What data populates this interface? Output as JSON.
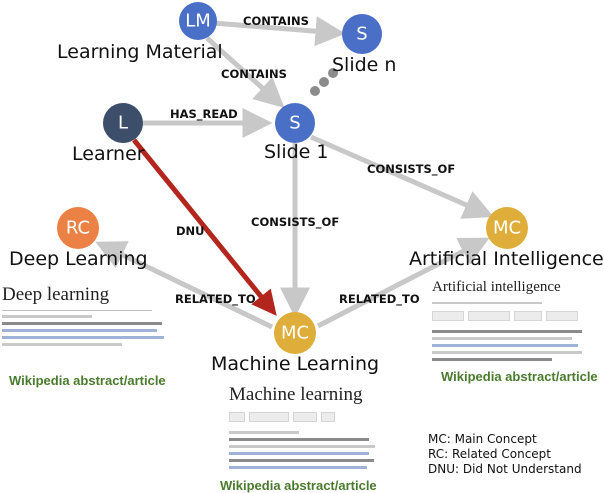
{
  "nodes": {
    "lm": {
      "abbr": "LM",
      "label": "Learning Material",
      "color": "#4a6fc7"
    },
    "slide_n": {
      "abbr": "S",
      "label": "Slide n",
      "color": "#4a6fc7"
    },
    "learner": {
      "abbr": "L",
      "label": "Learner",
      "color": "#3d4e6a"
    },
    "slide_1": {
      "abbr": "S",
      "label": "Slide 1",
      "color": "#4a6fc7"
    },
    "deep_learning": {
      "abbr": "RC",
      "label": "Deep Learning",
      "color": "#ec8145"
    },
    "machine_learning": {
      "abbr": "MC",
      "label": "Machine Learning",
      "color": "#dfae3a"
    },
    "artificial_intelligence": {
      "abbr": "MC",
      "label": "Artificial Intelligence",
      "color": "#dfae3a"
    }
  },
  "edges": {
    "lm_slide_n": "CONTAINS",
    "lm_slide_1": "CONTAINS",
    "learner_slide_1": "HAS_READ",
    "slide_1_ai": "CONSISTS_OF",
    "slide_1_ml": "CONSISTS_OF",
    "learner_ml": "DNU",
    "ml_deep_learning": "RELATED_TO",
    "ml_ai": "RELATED_TO"
  },
  "colors": {
    "edge": "#c8c8c8",
    "dnu_edge": "#b3261e",
    "caption": "#4a7a2e"
  },
  "wiki": {
    "deep_learning_title": "Deep learning",
    "machine_learning_title": "Machine learning",
    "ai_title": "Artificial intelligence",
    "caption": "Wikipedia abstract/article"
  },
  "legend": {
    "mc": "MC: Main Concept",
    "rc": "RC: Related Concept",
    "dnu": "DNU: Did Not Understand"
  }
}
